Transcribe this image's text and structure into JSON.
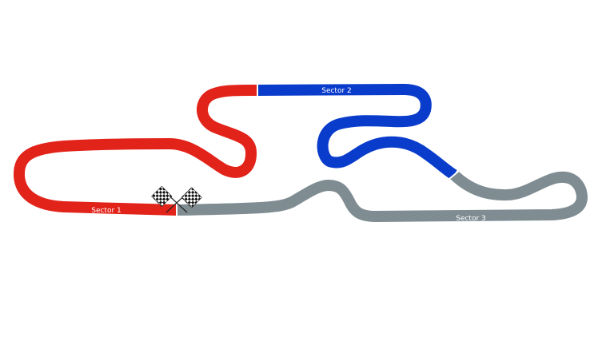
{
  "track": {
    "sectors": [
      {
        "label": "Sector 1",
        "color": "#e2231a"
      },
      {
        "label": "Sector 2",
        "color": "#0a3ccc"
      },
      {
        "label": "Sector 3",
        "color": "#7f8c92"
      }
    ],
    "start_finish_icon": "checkered-flags-icon"
  }
}
